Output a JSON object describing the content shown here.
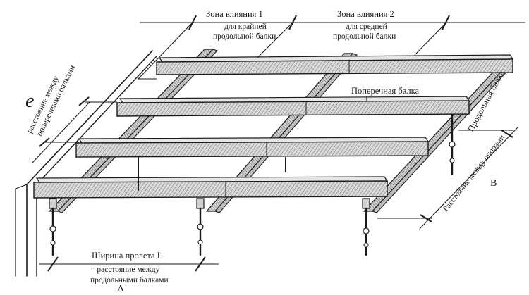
{
  "labels": {
    "zone1": [
      "Зона влияния 1",
      "для крайней",
      "продольной балки"
    ],
    "zone2": [
      "Зона влияния 2",
      "для средней",
      "продольной балки"
    ],
    "transverse_beam": "Поперечная балка",
    "longitudinal_beam": "Продольная балка",
    "transverse_spacing_symbol": "e",
    "transverse_spacing": [
      "расстояние между",
      "поперечными балками"
    ],
    "support_spacing": "Расстояние между опорами",
    "span_width": [
      "Ширина пролета L",
      "= расстояние между",
      "продольными балками"
    ],
    "point_a": "A",
    "point_b": "B"
  }
}
